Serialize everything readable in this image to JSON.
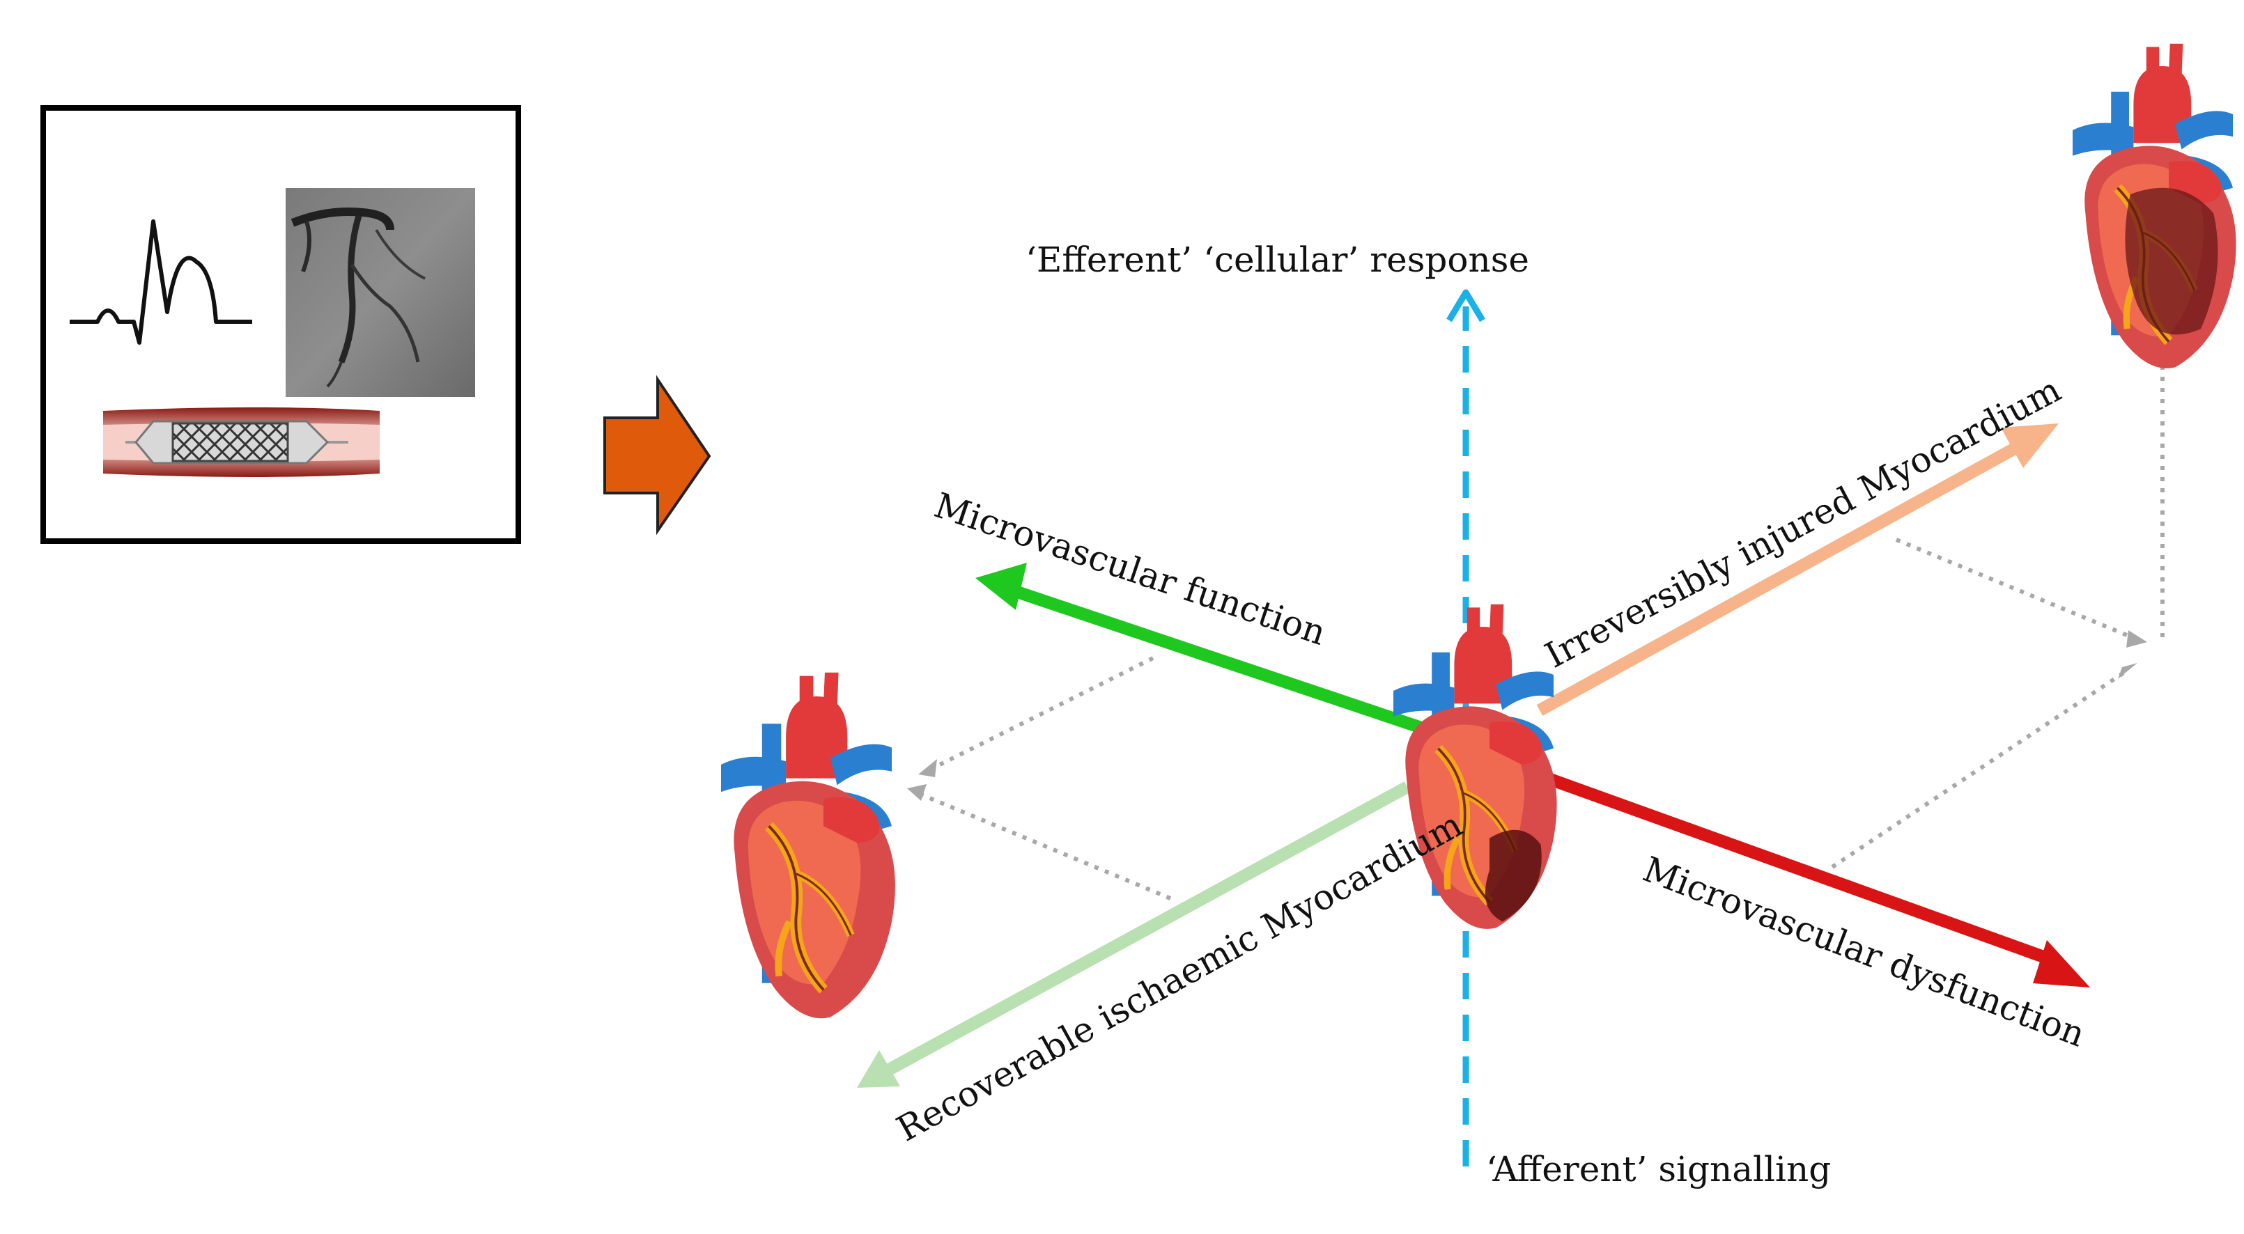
{
  "labels": {
    "efferent": "‘Efferent’ ‘cellular’ response",
    "afferent": "‘Afferent’  signalling",
    "microvascular_function": "Microvascular function",
    "microvascular_dysfunction": "Microvascular dysfunction",
    "irreversibly_injured": "Irreversibly injured Myocardium",
    "recoverable_ischaemic": "Recoverable ischaemic Myocardium"
  },
  "colors": {
    "efferent_axis": "#1ab0e8",
    "microvascular_function": "#1ec81e",
    "microvascular_dysfunction": "#d81414",
    "irreversibly_injured": "#f7b48a",
    "recoverable_ischaemic": "#b8e0b0",
    "dotted": "#a8a8a8",
    "process_arrow": "#e05a0c"
  },
  "icons": {
    "ecg": "ecg-trace-icon",
    "angiogram": "coronary-angiogram-image",
    "stent": "stent-balloon-icon",
    "heart_healthy": "heart-icon",
    "heart_injured": "heart-infarct-icon"
  }
}
